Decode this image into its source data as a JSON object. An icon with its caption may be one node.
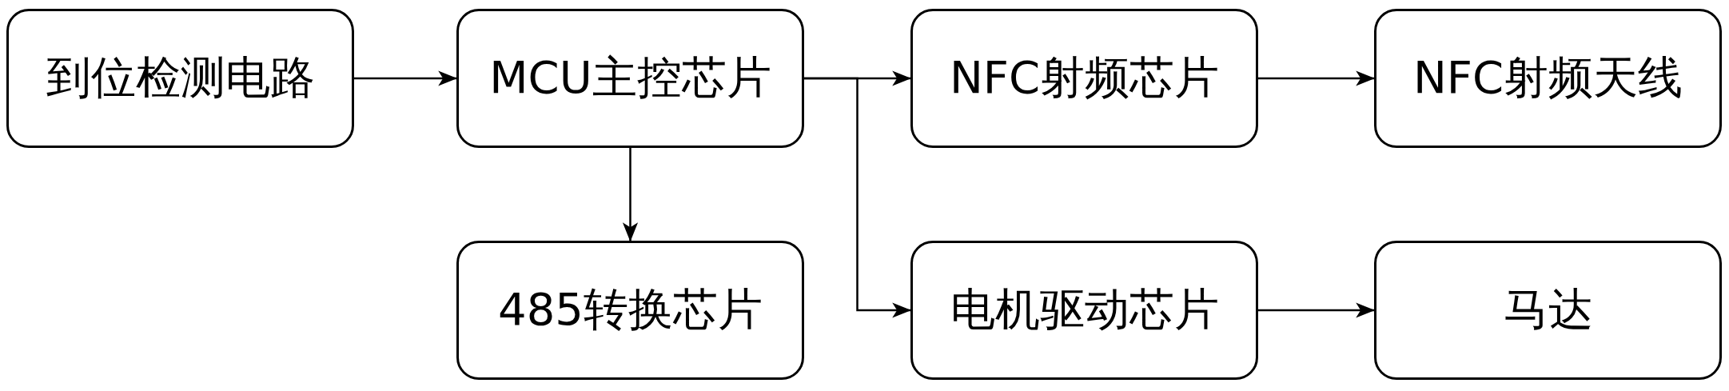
{
  "diagram": {
    "nodes": [
      {
        "text": [
          "到位检测电路"
        ]
      },
      {
        "text": [
          "MCU主控芯片"
        ]
      },
      {
        "text": [
          "NFC射频芯片"
        ]
      },
      {
        "text": [
          "NFC射频天线"
        ]
      },
      {
        "text": [
          "485转换芯片"
        ]
      },
      {
        "text": [
          "电机驱动芯片"
        ]
      },
      {
        "text": [
          "马达"
        ]
      }
    ],
    "edges": [
      {
        "from": 0,
        "to": 1,
        "arrow": "to"
      },
      {
        "from": 1,
        "to": 2,
        "arrow": "to"
      },
      {
        "from": 2,
        "to": 3,
        "arrow": "to"
      },
      {
        "from": 1,
        "to": 4,
        "arrow": "to"
      },
      {
        "from": 1,
        "to": 5,
        "arrow": "to"
      },
      {
        "from": 5,
        "to": 6,
        "arrow": "to"
      }
    ]
  }
}
